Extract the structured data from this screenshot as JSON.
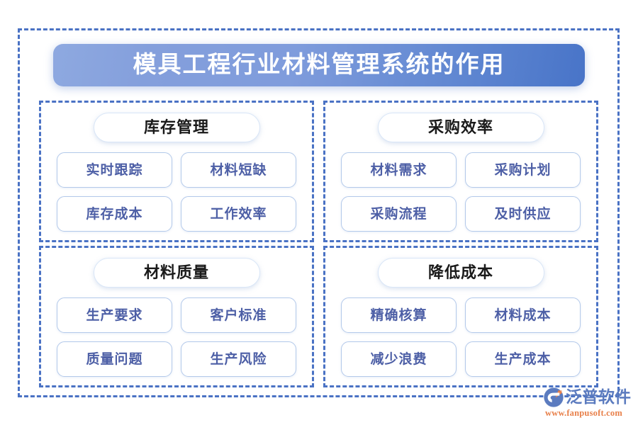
{
  "title": {
    "text": "模具工程行业材料管理系统的作用"
  },
  "colors": {
    "frame_dashed": "#4a72c4",
    "banner_gradient_start": "#8ea9e0",
    "banner_gradient_end": "#4874c8",
    "banner_text": "#ffffff",
    "header_pill_border": "#d9e6f7",
    "header_pill_text": "#1a1a1a",
    "item_pill_border": "#b3c9ea",
    "item_pill_text": "#4d5fa6",
    "watermark_name": "#5b7bbf",
    "watermark_url": "#e8804a"
  },
  "quadrants": [
    {
      "header": "库存管理",
      "items": [
        "实时跟踪",
        "材料短缺",
        "库存成本",
        "工作效率"
      ]
    },
    {
      "header": "采购效率",
      "items": [
        "材料需求",
        "采购计划",
        "采购流程",
        "及时供应"
      ]
    },
    {
      "header": "材料质量",
      "items": [
        "生产要求",
        "客户标准",
        "质量问题",
        "生产风险"
      ]
    },
    {
      "header": "降低成本",
      "items": [
        "精确核算",
        "材料成本",
        "减少浪费",
        "生产成本"
      ]
    }
  ],
  "watermark": {
    "brand": "泛普软件",
    "url": "www.fanpusoft.com",
    "logo_icon": "swirl-circle-logo-icon"
  }
}
